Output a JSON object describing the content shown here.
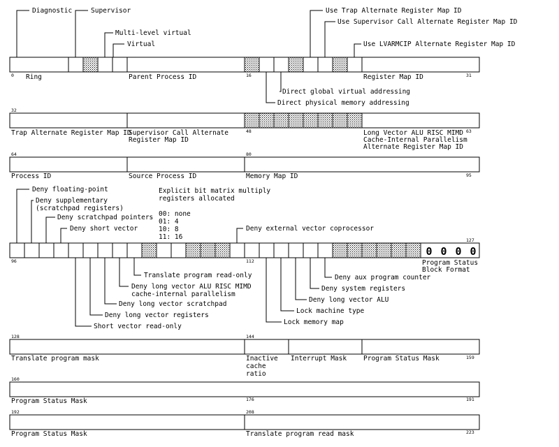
{
  "row1": {
    "top_labels": [
      "Diagnostic",
      "Supervisor",
      "Multi-level virtual",
      "Virtual",
      "Use Trap Alternate Register Map ID",
      "Use Supervisor Call Alternate Register Map ID",
      "Use LVARMCIP Alternate Register Map ID"
    ],
    "field_labels": [
      "Ring",
      "Parent Process ID",
      "Register Map ID"
    ],
    "bit_numbers": [
      "0",
      "16",
      "31"
    ],
    "bottom_labels": [
      "Direct global virtual addressing",
      "Direct physical memory addressing"
    ]
  },
  "row2": {
    "bit_numbers": [
      "32",
      "48",
      "63"
    ],
    "field_labels": [
      "Trap Alternate Register Map ID",
      "Supervisor Call Alternate",
      "Register Map ID",
      "Long Vector ALU RISC MIMD",
      "Cache-Internal Parallelism",
      "Alternate Register Map ID"
    ]
  },
  "row3": {
    "bit_numbers": [
      "64",
      "80",
      "95"
    ],
    "field_labels": [
      "Process ID",
      "Source Process ID",
      "Memory Map ID"
    ]
  },
  "row4": {
    "top_labels": [
      "Deny floating-point",
      "Deny supplementary",
      "(scratchpad registers)",
      "Deny scratchpad pointers",
      "Deny short vector",
      "Deny external vector coprocessor"
    ],
    "note_lines": [
      "Explicit bit matrix multiply",
      "registers allocated"
    ],
    "legend": [
      "00: none",
      "01: 4",
      "10: 8",
      "11: 16"
    ],
    "bit_numbers": [
      "96",
      "112",
      "127"
    ],
    "pattern": [
      "0",
      "0",
      "0",
      "0"
    ],
    "pattern_label_lines": [
      "Program Status",
      "Block Format"
    ],
    "bottom_left_labels": [
      "Translate program read-only",
      "Deny long vector ALU RISC MIMD",
      "cache-internal parallelism",
      "Deny long vector scratchpad",
      "Deny long vector registers",
      "Short vector read-only"
    ],
    "bottom_right_labels": [
      "Deny aux program counter",
      "Deny system registers",
      "Deny long vector ALU",
      "Lock machine type",
      "Lock memory map"
    ]
  },
  "row5": {
    "bit_numbers": [
      "128",
      "144",
      "159"
    ],
    "field_labels": [
      "Translate program mask",
      "Inactive",
      "cache",
      "ratio",
      "Interrupt Mask",
      "Program Status Mask"
    ]
  },
  "row6": {
    "bit_numbers": [
      "160",
      "176",
      "191"
    ],
    "field_labels": [
      "Program Status Mask"
    ]
  },
  "row7": {
    "bit_numbers": [
      "192",
      "208",
      "223"
    ],
    "field_labels": [
      "Program Status Mask",
      "Translate program read mask"
    ]
  }
}
